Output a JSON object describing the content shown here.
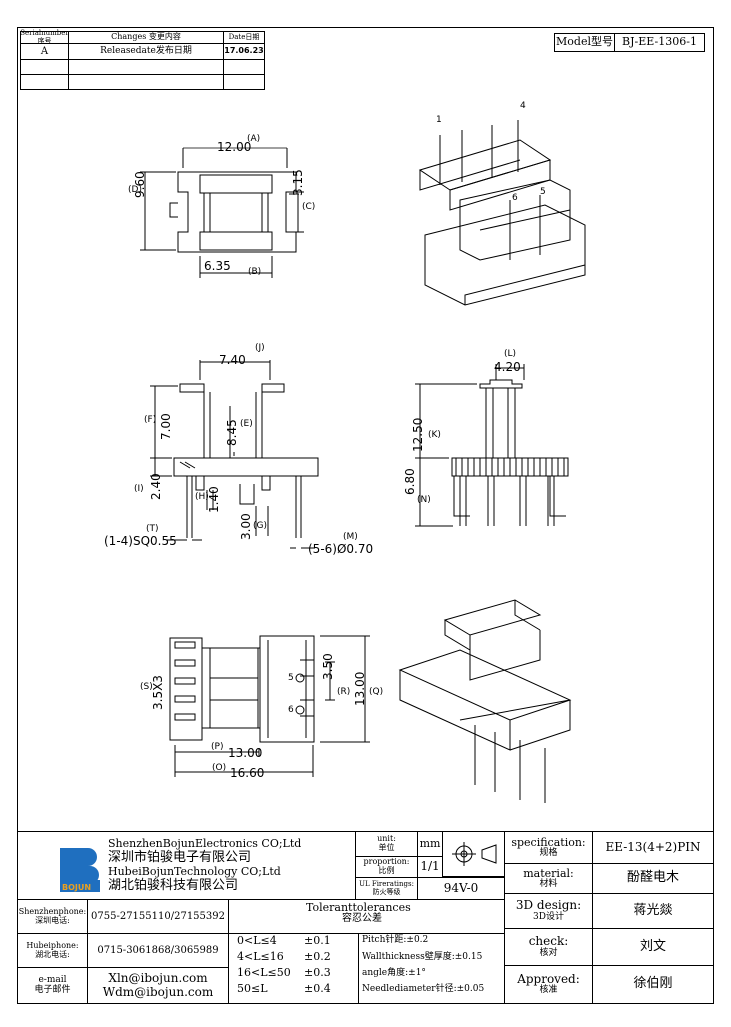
{
  "revision": {
    "col_serial": "Serialnumber序号",
    "col_changes": "Changes 变更内容",
    "col_date": "Date日期",
    "rows": [
      {
        "serial": "A",
        "change": "Releasedate发布日期",
        "date": "17.06.23"
      }
    ]
  },
  "model": {
    "label": "Model型号",
    "value": "BJ-EE-1306-1"
  },
  "top_view": {
    "dim_a": "12.00",
    "tag_a": "(A)",
    "dim_d": "9.60",
    "tag_d": "(D)",
    "dim_c": "3.15",
    "tag_c": "(C)",
    "dim_b": "6.35",
    "tag_b": "(B)"
  },
  "iso_top": {
    "pin_1": "1",
    "pin_4": "4",
    "pin_5": "5",
    "pin_6": "6"
  },
  "front_view": {
    "dim_j": "7.40",
    "tag_j": "(J)",
    "dim_f": "7.00",
    "tag_f": "(F)",
    "dim_e": "8.45",
    "tag_e": "(E)",
    "dim_i": "2.40",
    "tag_i": "(I)",
    "dim_h": "1.40",
    "tag_h": "(H)",
    "dim_g": "3.00",
    "tag_g": "(G)",
    "tag_t": "(T)",
    "text_t": "(1-4)SQ0.55",
    "tag_m": "(M)",
    "text_m": "(5-6)Ø0.70"
  },
  "side_view": {
    "dim_l": "4.20",
    "tag_l": "(L)",
    "dim_k": "12.50",
    "tag_k": "(K)",
    "dim_n": "6.80",
    "tag_n": "(N)"
  },
  "bottom_view": {
    "dim_s": "3.5X3",
    "tag_s": "(S)",
    "dim_r": "3.50",
    "tag_r": "(R)",
    "dim_q": "13.00",
    "tag_q": "(Q)",
    "dim_p": "13.00",
    "tag_p": "(P)",
    "dim_o": "16.60",
    "tag_o": "(O)",
    "pin_5": "5",
    "pin_6": "6"
  },
  "company": {
    "name_en1": "ShenzhenBojunElectronics CO;Ltd",
    "name_cn1": "深圳市铂骏电子有限公司",
    "name_en2": "HubeiBojunTechnology CO;Ltd",
    "name_cn2": "湖北铂骏科技有限公司",
    "logo_text": "BOJUN"
  },
  "unit": {
    "label": "unit:",
    "label_cn": "单位",
    "value": "mm"
  },
  "proportion": {
    "label": "proportion:",
    "label_cn": "比例",
    "value": "1/1"
  },
  "firerating": {
    "label": "UL Fireratings:",
    "label_cn": "防火等级",
    "value": "94V-0"
  },
  "contacts": {
    "sz_label": "Shenzhenphone:",
    "sz_label_cn": "深圳电话:",
    "sz_value": "0755-27155110/27155392",
    "hb_label": "Hubeiphone:",
    "hb_label_cn": "湖北电话:",
    "hb_value": "0715-3061868/3065989",
    "mail_label": "e-mail",
    "mail_label_cn": "电子邮件",
    "mail_1": "Xln@ibojun.com",
    "mail_2": "Wdm@ibojun.com"
  },
  "tolerances": {
    "title": "Toleranttolerances",
    "title_cn": "容忍公差",
    "rows": [
      {
        "range": "0<L≤4",
        "tol": "±0.1"
      },
      {
        "range": "4<L≤16",
        "tol": "±0.2"
      },
      {
        "range": "16<L≤50",
        "tol": "±0.3"
      },
      {
        "range": "50≤L",
        "tol": "±0.4"
      }
    ],
    "notes": [
      "Pitch针距:±0.2",
      "Wallthickness壁厚度:±0.15",
      "angle角度:±1°",
      "Needlediameter针径:±0.05"
    ]
  },
  "spec": {
    "spec_label": "specification:",
    "spec_label_cn": "规格",
    "spec_value": "EE-13(4+2)PIN",
    "mat_label": "material:",
    "mat_label_cn": "材料",
    "mat_value": "酚醛电木",
    "design_label": "3D design:",
    "design_label_cn": "3D设计",
    "design_value": "蒋光燚",
    "check_label": "check:",
    "check_label_cn": "核对",
    "check_value": "刘文",
    "appr_label": "Approved:",
    "appr_label_cn": "核准",
    "appr_value": "徐伯刚"
  }
}
